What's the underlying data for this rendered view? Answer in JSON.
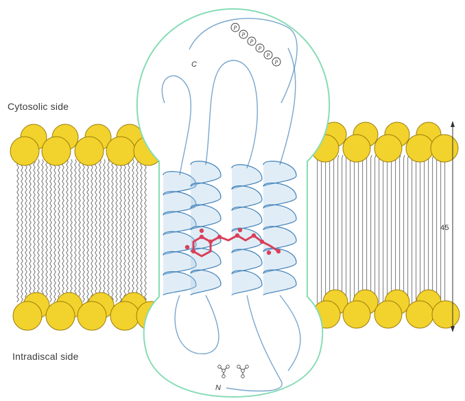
{
  "labels": {
    "cytosolic": "Cytosolic side",
    "intradiscal": "Intradiscal side",
    "c_terminus": "C",
    "n_terminus": "N",
    "thickness": "45"
  },
  "colors": {
    "lipid_head": "#f2d22c",
    "lipid_head_stroke": "#9a7d0e",
    "protein_outline": "#86dcb4",
    "helix_ribbon": "#a9cce6",
    "helix_edge": "#3f80b8",
    "retinal": "#d9405a",
    "tail": "#555555"
  },
  "phosphate_symbol": "P",
  "phosphate_count": 6,
  "glycosylation_sites": 2
}
